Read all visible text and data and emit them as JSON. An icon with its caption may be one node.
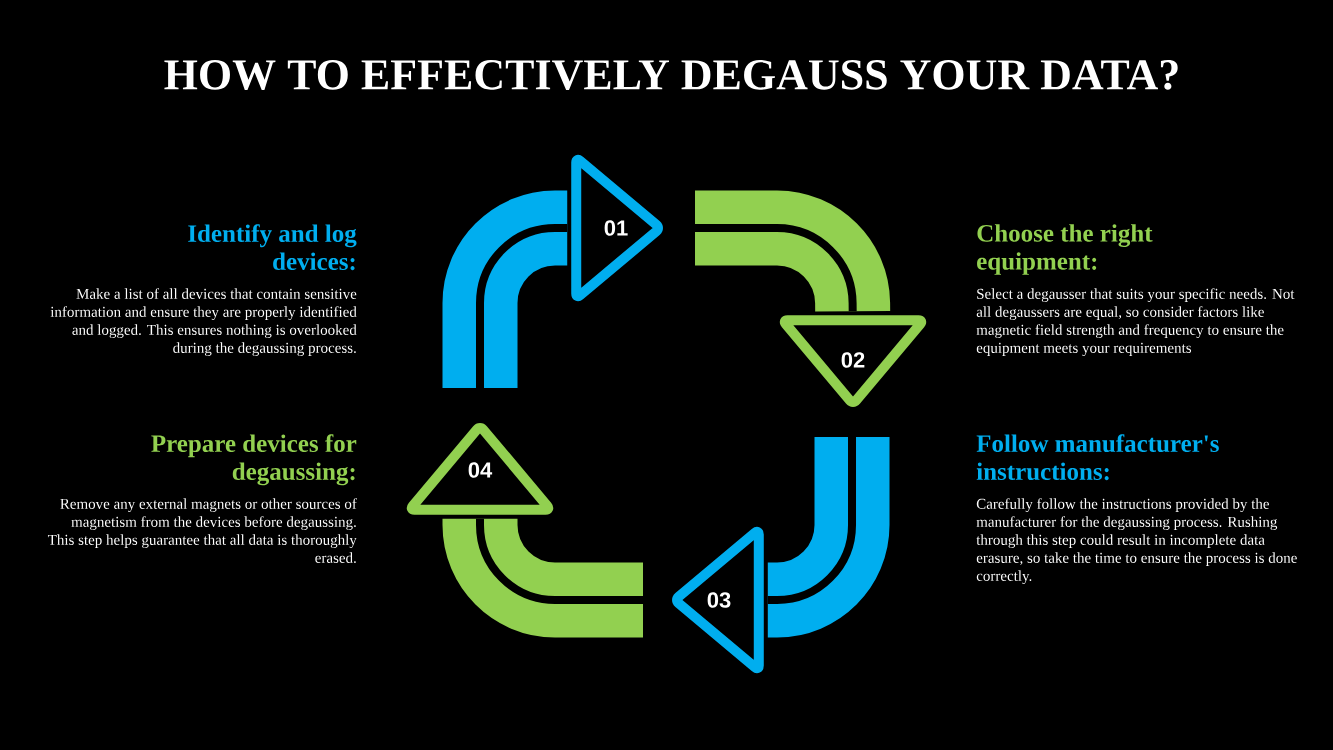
{
  "diagram": {
    "title": "HOW TO EFFECTIVELY DEGAUSS YOUR DATA?",
    "nodes": [
      {
        "text": [
          "01"
        ]
      },
      {
        "text": [
          "02"
        ]
      },
      {
        "text": [
          "03"
        ]
      },
      {
        "text": [
          "04"
        ]
      }
    ],
    "edges": [
      {
        "from": null,
        "to": 0,
        "arrow": "none"
      },
      {
        "from": null,
        "to": 1,
        "arrow": "none",
        "color": "#92d050"
      },
      {
        "from": null,
        "to": 2,
        "arrow": "none"
      },
      {
        "from": null,
        "to": 3,
        "arrow": "none",
        "color": "#92d050"
      }
    ],
    "labels": [
      "Identify and log devices:",
      "Make a list of all devices that contain sensitive information and ensure they are properly identified and logged. This ensures nothing is overlooked during the degaussing process.",
      "Choose the right equipment:",
      "Select a degausser that suits your specific needs. Not all degaussers are equal, so consider factors like magnetic field strength and frequency to ensure the equipment meets your requirements",
      "Prepare devices for degaussing:",
      "Remove any external magnets or other sources of magnetism from the devices before degaussing. This step helps guarantee that all data is thoroughly erased.",
      "Follow manufacturer's instructions:",
      "Carefully follow the instructions provided by the manufacturer for the degaussing process. Rushing through this step could result in incomplete data erasure, so take the time to ensure the process is done correctly."
    ]
  }
}
